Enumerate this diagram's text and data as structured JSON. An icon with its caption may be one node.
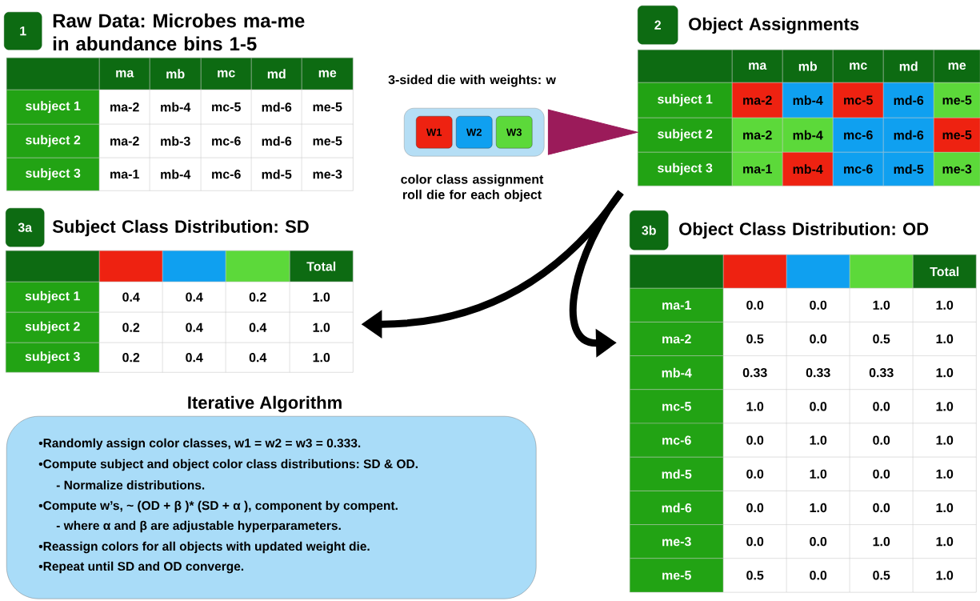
{
  "diagram": {
    "nodes": [
      {
        "text": [
          "1"
        ],
        "beside": [
          "Raw Data: Microbes ma-me in abundance bins 1-5"
        ]
      },
      {
        "text": [
          "ma",
          "mb",
          "mc",
          "md",
          "me",
          "subject 1",
          "ma-2",
          "mb-4",
          "mc-5",
          "md-6",
          "me-5",
          "subject 2",
          "ma-2",
          "mb-3",
          "mc-6",
          "md-6",
          "me-5",
          "subject 3",
          "ma-1",
          "mb-4",
          "mc-6",
          "md-5",
          "me-3"
        ]
      },
      {
        "text": [
          "3-sided die with weights: w"
        ],
        "beside": [
          "color class assignment roll die for each object"
        ]
      },
      {
        "text": [
          "W1"
        ],
        "in": 2
      },
      {
        "text": [
          "W2"
        ],
        "in": 2
      },
      {
        "text": [
          "W3"
        ],
        "in": 2
      },
      {
        "text": [
          "2"
        ],
        "beside": [
          "Object Assignments"
        ]
      },
      {
        "text": [
          "ma",
          "mb",
          "mc",
          "md",
          "me",
          "subject 1",
          "ma-2",
          "mb-4",
          "mc-5",
          "md-6",
          "me-5",
          "subject 2",
          "ma-2",
          "mb-4",
          "mc-6",
          "md-6",
          "me-5",
          "subject 3",
          "ma-1",
          "mb-4",
          "mc-6",
          "md-5",
          "me-3"
        ]
      },
      {
        "text": [
          "3a"
        ],
        "beside": [
          "Subject Class Distribution: SD"
        ]
      },
      {
        "text": [
          "Total",
          "subject 1",
          "0.4",
          "0.4",
          "0.2",
          "1.0",
          "subject 2",
          "0.2",
          "0.4",
          "0.4",
          "1.0",
          "subject 3",
          "0.2",
          "0.4",
          "0.4",
          "1.0"
        ]
      },
      {
        "text": [
          "3b"
        ],
        "beside": [
          "Object Class Distribution: OD"
        ]
      },
      {
        "text": [
          "Total",
          "ma-1",
          "0.0",
          "0.0",
          "1.0",
          "1.0",
          "ma-2",
          "0.5",
          "0.0",
          "0.5",
          "1.0",
          "mb-4",
          "0.33",
          "0.33",
          "0.33",
          "1.0",
          "mc-5",
          "1.0",
          "0.0",
          "0.0",
          "1.0",
          "mc-6",
          "0.0",
          "1.0",
          "0.0",
          "1.0",
          "md-5",
          "0.0",
          "1.0",
          "0.0",
          "1.0",
          "md-6",
          "0.0",
          "1.0",
          "0.0",
          "1.0",
          "me-3",
          "0.0",
          "0.0",
          "1.0",
          "1.0",
          "me-5",
          "0.5",
          "0.0",
          "0.5",
          "1.0"
        ]
      },
      {
        "text": [
          "Iterative Algorithm",
          "•Randomly assign color classes, w1 = w2 = w3 = 0.333.",
          "•Compute subject and object color class distributions: SD & OD.",
          "- Normalize distributions.",
          "•Compute w’s, ~ (OD + β )* (SD + α ), component by compent.",
          "- where α and  β are adjustable  hyperparameters.",
          "•Reassign colors for all objects with updated weight die.",
          "•Repeat until  SD and OD converge."
        ]
      }
    ],
    "edges": [
      {
        "from": 2,
        "to": 7,
        "arrow": "to",
        "color": "#9b1b5a"
      },
      {
        "from": 7,
        "to": 9,
        "arrow": "to"
      },
      {
        "from": 7,
        "to": 11,
        "arrow": "to"
      }
    ]
  }
}
